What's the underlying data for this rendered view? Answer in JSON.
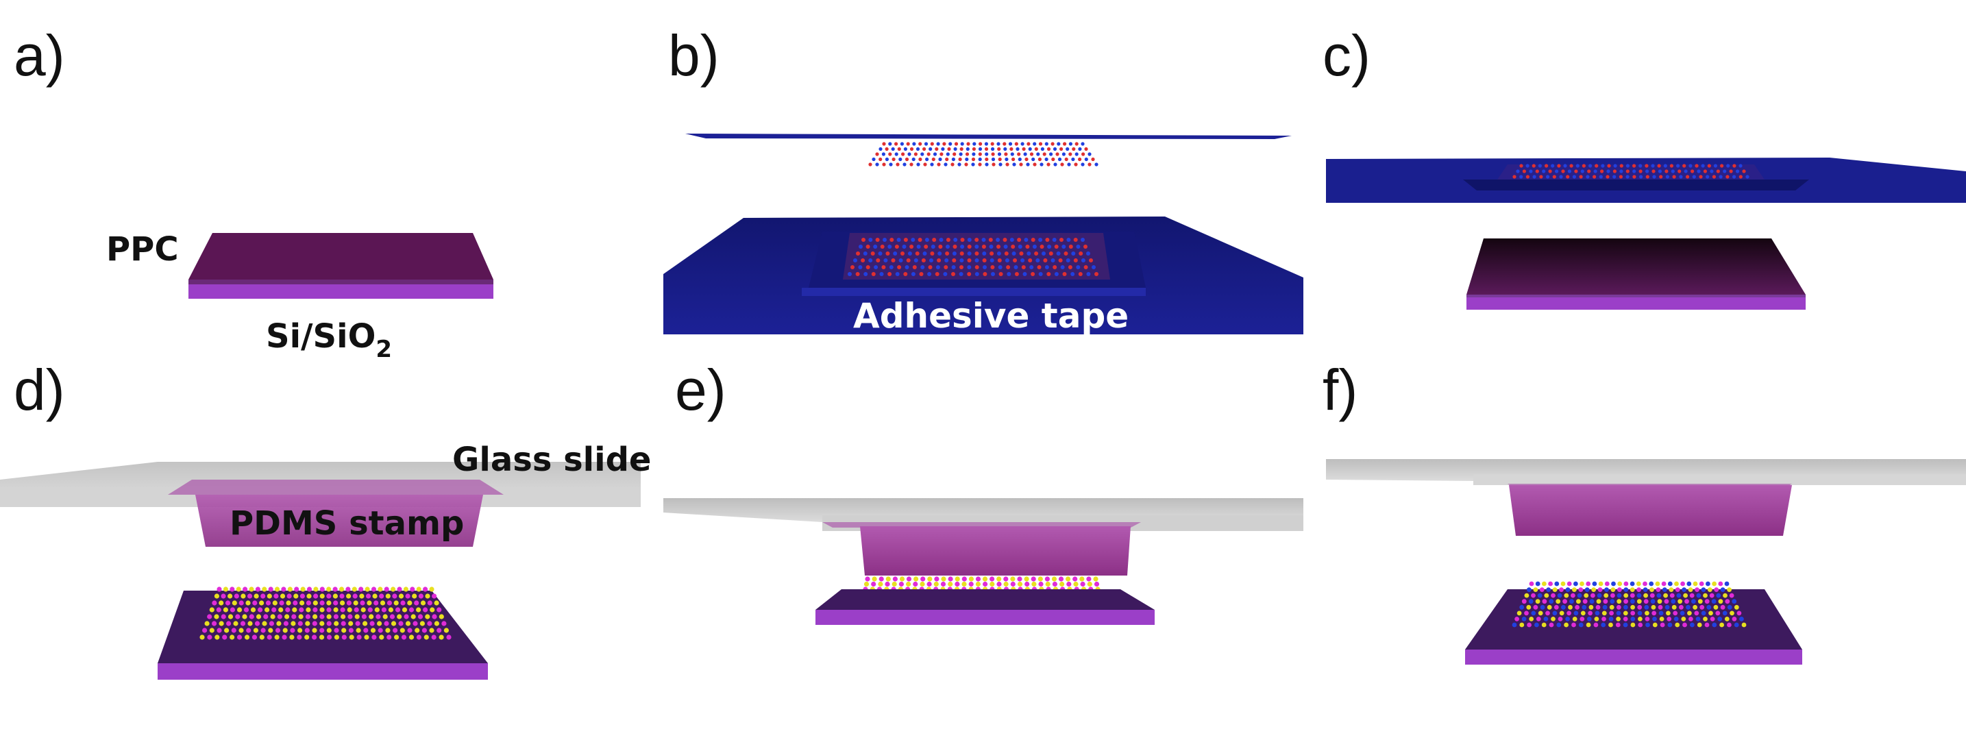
{
  "panels": {
    "a": {
      "letter": "a)",
      "ppc_label": "PPC",
      "substrate_label_main": "Si/SiO",
      "substrate_label_sub": "2"
    },
    "b": {
      "letter": "b)",
      "tape_label": "Adhesive tape"
    },
    "c": {
      "letter": "c)"
    },
    "d": {
      "letter": "d)",
      "glass_label": "Glass slide",
      "stamp_label": "PDMS stamp"
    },
    "e": {
      "letter": "e)"
    },
    "f": {
      "letter": "f)"
    }
  },
  "colors": {
    "ppc_top": "#5b1654",
    "substrate_front": "#9b3fc8",
    "tape_blue": "#1a1f8f",
    "tape_dark": "#0f1468",
    "glass_gray": "#c8c8c8",
    "pdms_magenta": "#9a3f95",
    "atom_pink": "#e02bd8",
    "atom_yellow": "#e8e020",
    "atom_red": "#e03030",
    "atom_blue": "#2040e0"
  },
  "icons": {
    "lattice": "crystal-lattice-icon"
  }
}
